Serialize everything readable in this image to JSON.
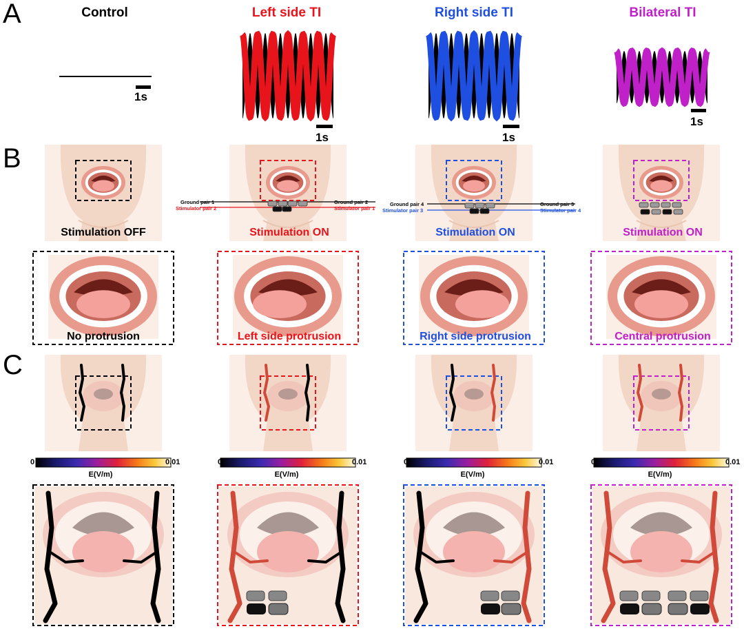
{
  "panels": {
    "a": "A",
    "b": "B",
    "c": "C"
  },
  "columns": [
    {
      "title": "Control",
      "color": "#000000",
      "stimulation": "Stimulation OFF",
      "protrusion": "No protrusion",
      "scale": "1s"
    },
    {
      "title": "Left side TI",
      "color": "#e8141c",
      "stimulation": "Stimulation ON",
      "protrusion": "Left side protrusion",
      "scale": "1s"
    },
    {
      "title": "Right side TI",
      "color": "#1f4fe0",
      "stimulation": "Stimulation ON",
      "protrusion": "Right side protrusion",
      "scale": "1s"
    },
    {
      "title": "Bilateral TI",
      "color": "#c020c8",
      "stimulation": "Stimulation ON",
      "protrusion": "Central protrusion",
      "scale": "1s"
    }
  ],
  "electrodes": {
    "left": {
      "ground_left": "Ground pair 1",
      "stim_left": "Stimulator pair 2",
      "ground_right": "Ground pair 2",
      "stim_right": "Stimulator pair 1"
    },
    "right": {
      "ground_left": "Ground pair 4",
      "stim_left": "Stimulator pair 3",
      "ground_right": "Ground pair 3",
      "stim_right": "Stimulator pair 4"
    }
  },
  "colorbar": {
    "min": "0",
    "max": "0.01",
    "unit": "E(V/m)"
  }
}
